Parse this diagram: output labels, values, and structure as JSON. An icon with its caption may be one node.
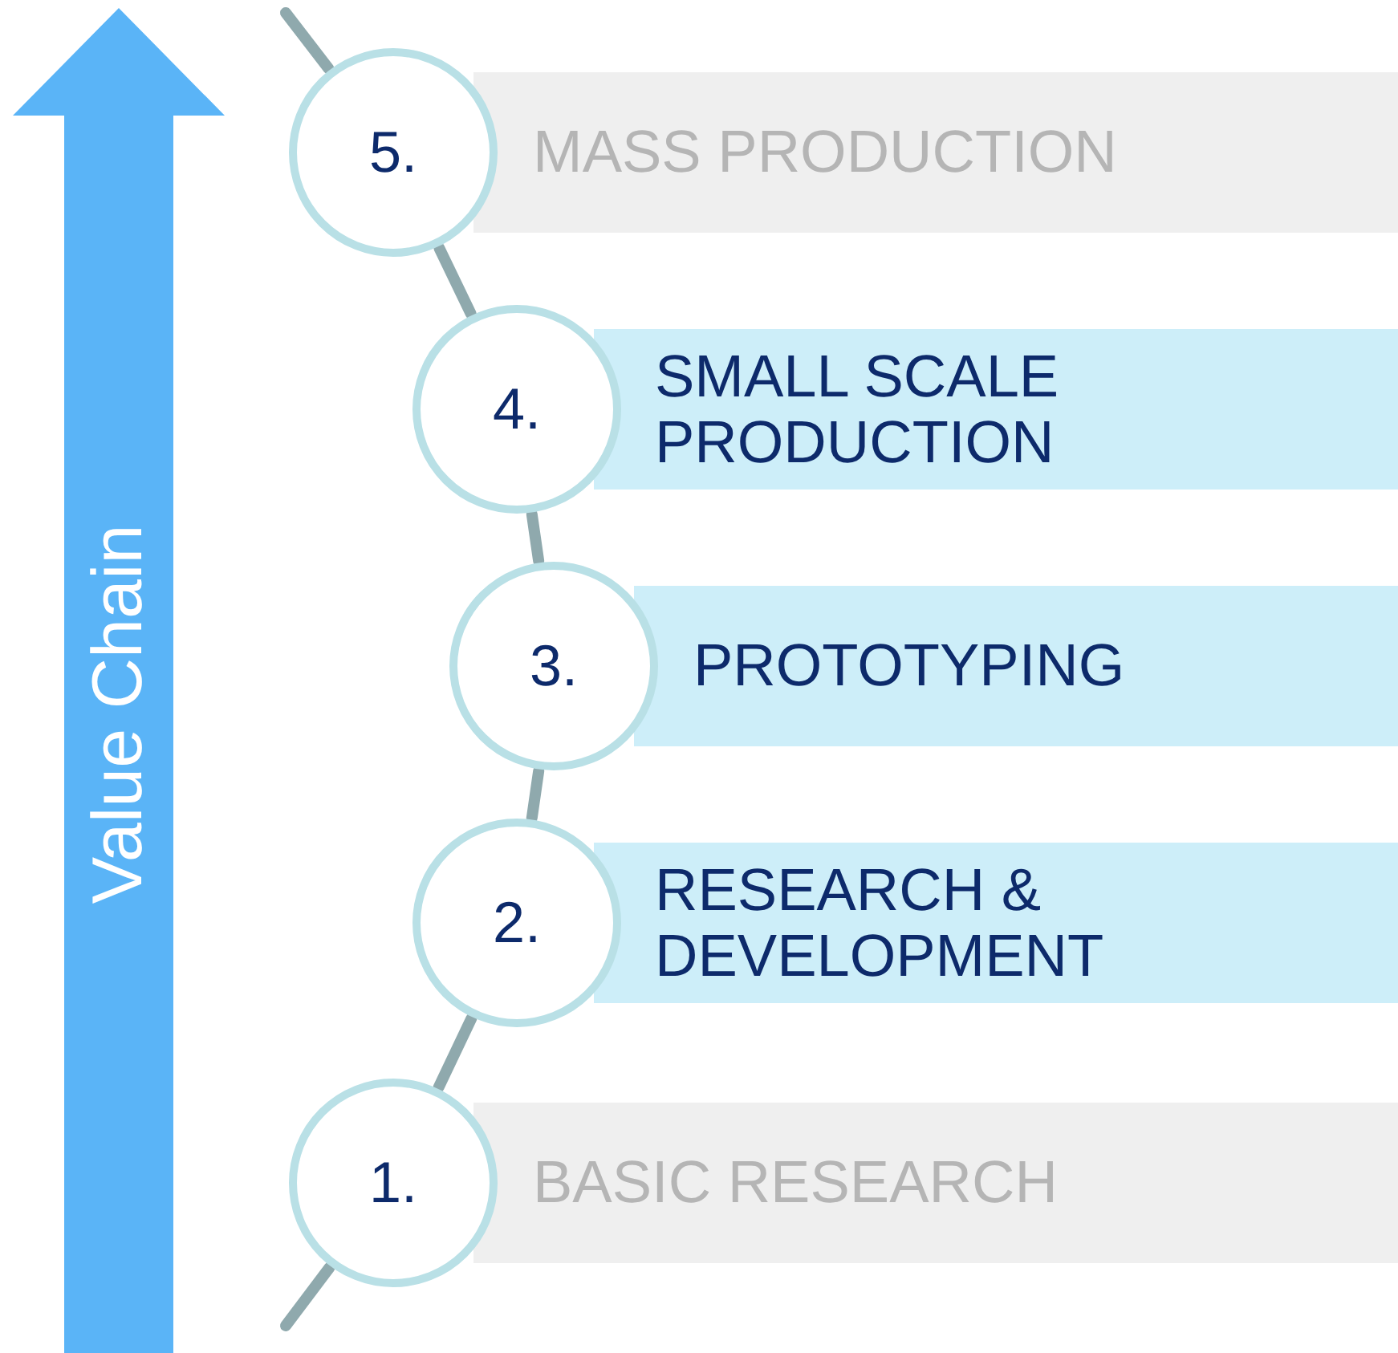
{
  "diagram": {
    "nodes": [
      {
        "text": [
          "Value Chain"
        ]
      },
      {
        "text": [
          "5."
        ]
      },
      {
        "text": [
          "MASS PRODUCTION"
        ]
      },
      {
        "text": [
          "4."
        ]
      },
      {
        "text": [
          "SMALL SCALE PRODUCTION"
        ]
      },
      {
        "text": [
          "3."
        ]
      },
      {
        "text": [
          "PROTOTYPING"
        ]
      },
      {
        "text": [
          "2."
        ]
      },
      {
        "text": [
          "RESEARCH & DEVELOPMENT"
        ]
      },
      {
        "text": [
          "1."
        ]
      },
      {
        "text": [
          "BASIC RESEARCH"
        ]
      }
    ],
    "edges": [
      {
        "from": null,
        "to": 1,
        "arrow": "none"
      },
      {
        "from": 1,
        "to": 3,
        "arrow": "none"
      },
      {
        "from": 3,
        "to": 5,
        "arrow": "none"
      },
      {
        "from": 5,
        "to": 7,
        "arrow": "none"
      },
      {
        "from": 7,
        "to": 9,
        "arrow": "none"
      },
      {
        "from": 9,
        "to": null,
        "arrow": "none"
      }
    ]
  }
}
